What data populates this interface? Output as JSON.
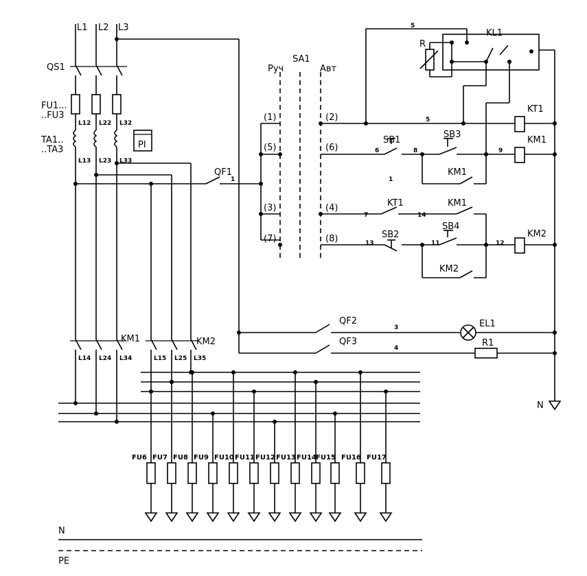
{
  "phases": [
    "L1",
    "L2",
    "L3"
  ],
  "labels": {
    "qs1": "QS1",
    "fu1": "FU1...",
    "fu3": "..FU3",
    "ta1": "TA1..",
    "ta3": "..TA3",
    "pi": "PI",
    "l12": "L12",
    "l22": "L22",
    "l32": "L32",
    "l13": "L13",
    "l23": "L23",
    "l33": "L33",
    "l14": "L14",
    "l24": "L24",
    "l34": "L34",
    "l15": "L15",
    "l25": "L25",
    "l35": "L35",
    "qf1": "QF1",
    "km1": "KM1",
    "km2": "KM2",
    "qf2": "QF2",
    "qf3": "QF3",
    "el1": "EL1",
    "r1": "R1",
    "n_right": "N",
    "n_bottom": "N",
    "pe": "PE",
    "sa1": "SA1",
    "ruch": "Руч",
    "avt": "Авт",
    "kl1": "KL1",
    "r": "R",
    "kt1": "KT1",
    "sb1": "SB1",
    "sb2": "SB2",
    "sb3": "SB3",
    "sb4": "SB4",
    "pos1": "(1)",
    "pos2": "(2)",
    "pos3": "(3)",
    "pos4": "(4)",
    "pos5": "(5)",
    "pos6": "(6)",
    "pos7": "(7)",
    "pos8": "(8)"
  },
  "wire_numbers": {
    "w1": "1",
    "w1b": "1",
    "w3": "3",
    "w4": "4",
    "w5": "5",
    "w5b": "5",
    "w6": "6",
    "w7": "7",
    "w8": "8",
    "w9": "9",
    "w11": "11",
    "w12": "12",
    "w13": "13",
    "w14": "14"
  },
  "fuses": [
    "FU6",
    "FU7",
    "FU8",
    "FU9",
    "FU10",
    "FU11",
    "FU12",
    "FU13",
    "FU14",
    "FU15",
    "FU16",
    "FU17"
  ]
}
